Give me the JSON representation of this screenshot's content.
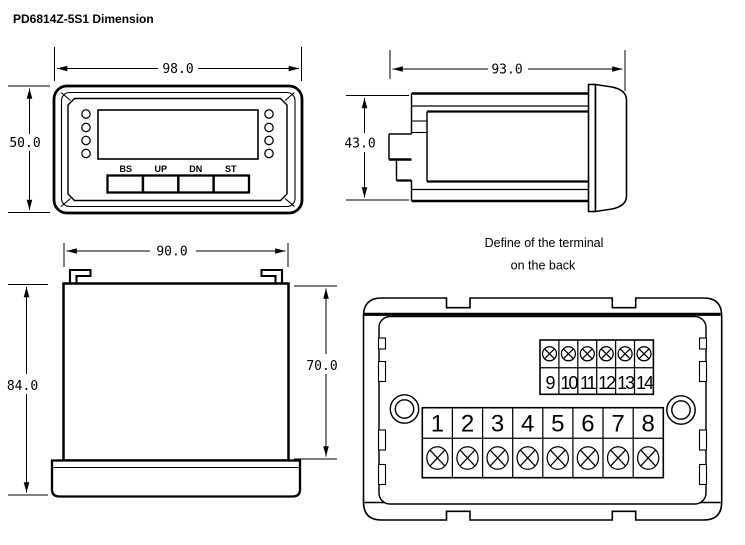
{
  "title": "PD6814Z-5S1 Dimension",
  "front_view": {
    "width_mm": "98.0",
    "height_mm": "50.0",
    "button_labels": [
      "BS",
      "UP",
      "DN",
      "ST"
    ]
  },
  "side_view": {
    "depth_mm": "93.0",
    "height_mm": "43.0"
  },
  "top_view": {
    "width_mm": "90.0",
    "total_height_mm": "84.0",
    "body_height_mm": "70.0"
  },
  "back_view": {
    "caption_line1": "Define of the terminal",
    "caption_line2": "on the back",
    "upper_terminal_numbers": [
      "9",
      "10",
      "11",
      "12",
      "13",
      "14"
    ],
    "lower_terminal_numbers": [
      "1",
      "2",
      "3",
      "4",
      "5",
      "6",
      "7",
      "8"
    ]
  },
  "colors": {
    "line": "#000000",
    "background": "#ffffff"
  }
}
